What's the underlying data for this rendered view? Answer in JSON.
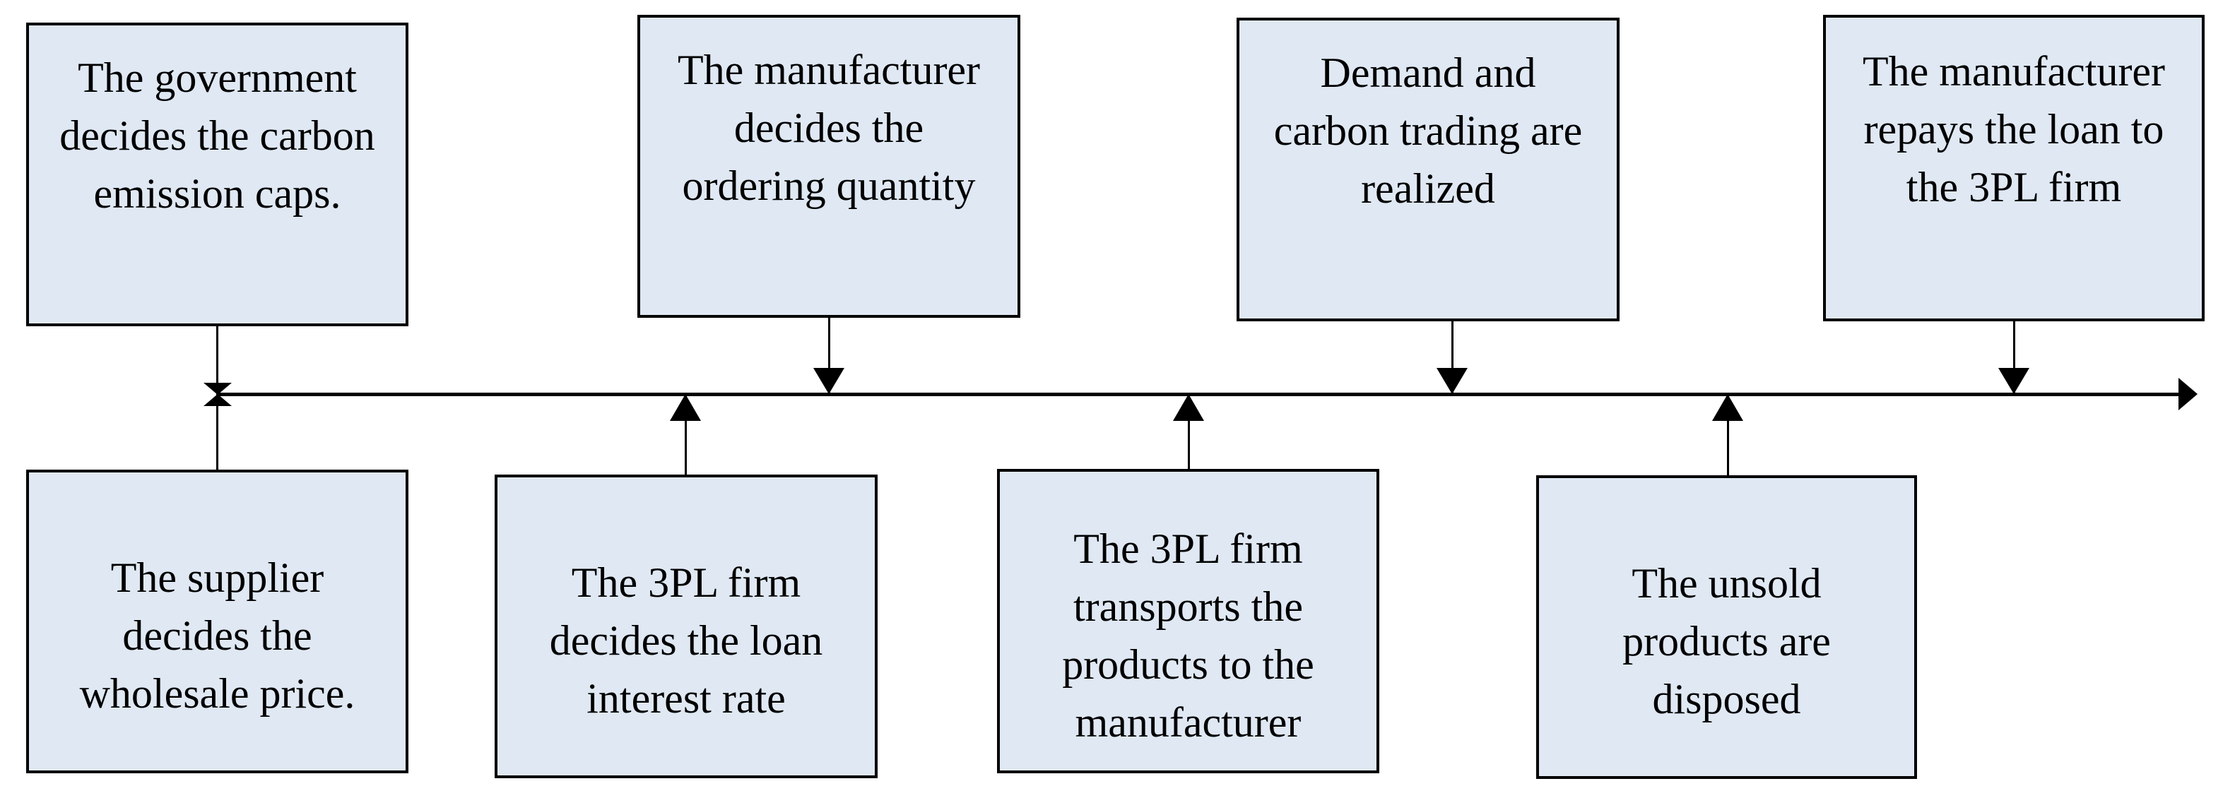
{
  "diagram": {
    "title": "",
    "type": "event-timeline",
    "direction": "left-to-right",
    "colors": {
      "box_fill": "#dfe8f3",
      "box_border": "#000000",
      "line": "#000000",
      "text": "#000000",
      "background": "#ffffff"
    },
    "timeline": {
      "orientation": "horizontal",
      "end_arrowhead": "right"
    },
    "events_above": [
      {
        "order": 1,
        "label": "The government decides the carbon emission caps.",
        "lines": [
          "The government",
          "decides the carbon",
          "emission caps."
        ]
      },
      {
        "order": 3,
        "label": "The manufacturer decides the ordering quantity",
        "lines": [
          "The manufacturer",
          "decides the",
          "ordering quantity"
        ]
      },
      {
        "order": 5,
        "label": "Demand and carbon trading are realized",
        "lines": [
          "Demand and",
          "carbon trading are",
          "realized"
        ]
      },
      {
        "order": 7,
        "label": "The manufacturer repays the loan to the 3PL firm",
        "lines": [
          "The manufacturer",
          "repays the loan to",
          "the 3PL firm"
        ]
      }
    ],
    "events_below": [
      {
        "order": 2,
        "label": "The supplier decides the wholesale price.",
        "lines": [
          "The supplier",
          "decides the",
          "wholesale price."
        ]
      },
      {
        "order": 4,
        "label": "The 3PL firm decides the loan interest rate",
        "lines": [
          "The 3PL firm",
          "decides the loan",
          "interest rate"
        ]
      },
      {
        "order": 6,
        "label": "The 3PL firm transports the products to the manufacturer",
        "lines": [
          "The 3PL firm",
          "transports the",
          "products to the",
          "manufacturer"
        ]
      },
      {
        "order": 8,
        "label": "The unsold products are disposed",
        "lines": [
          "The unsold",
          "products are",
          "disposed"
        ]
      }
    ]
  }
}
